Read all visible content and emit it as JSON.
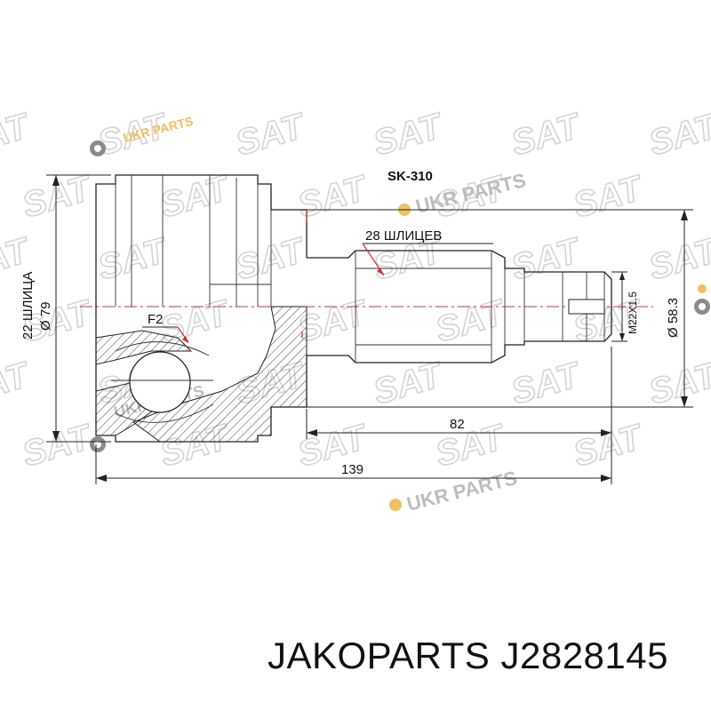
{
  "part_code": "SK-310",
  "labels": {
    "splines_inner": "22 ШЛИЦА",
    "diameter_outer": "Ø 79",
    "splines_shaft": "28 ШЛИЦЕВ",
    "thread": "M22X1.5",
    "diameter_shaft": "Ø 58.3",
    "section": "F2",
    "length_shaft": "82",
    "length_total": "139"
  },
  "watermark": {
    "brand": "SAT",
    "secondary": "UKR PARTS"
  },
  "footer": {
    "brand": "JAKOPARTS",
    "part_number": "J2828145"
  },
  "colors": {
    "centerline": "#cc3333",
    "watermark": "#d4d4d4",
    "logo_accent": "#f0c060"
  }
}
